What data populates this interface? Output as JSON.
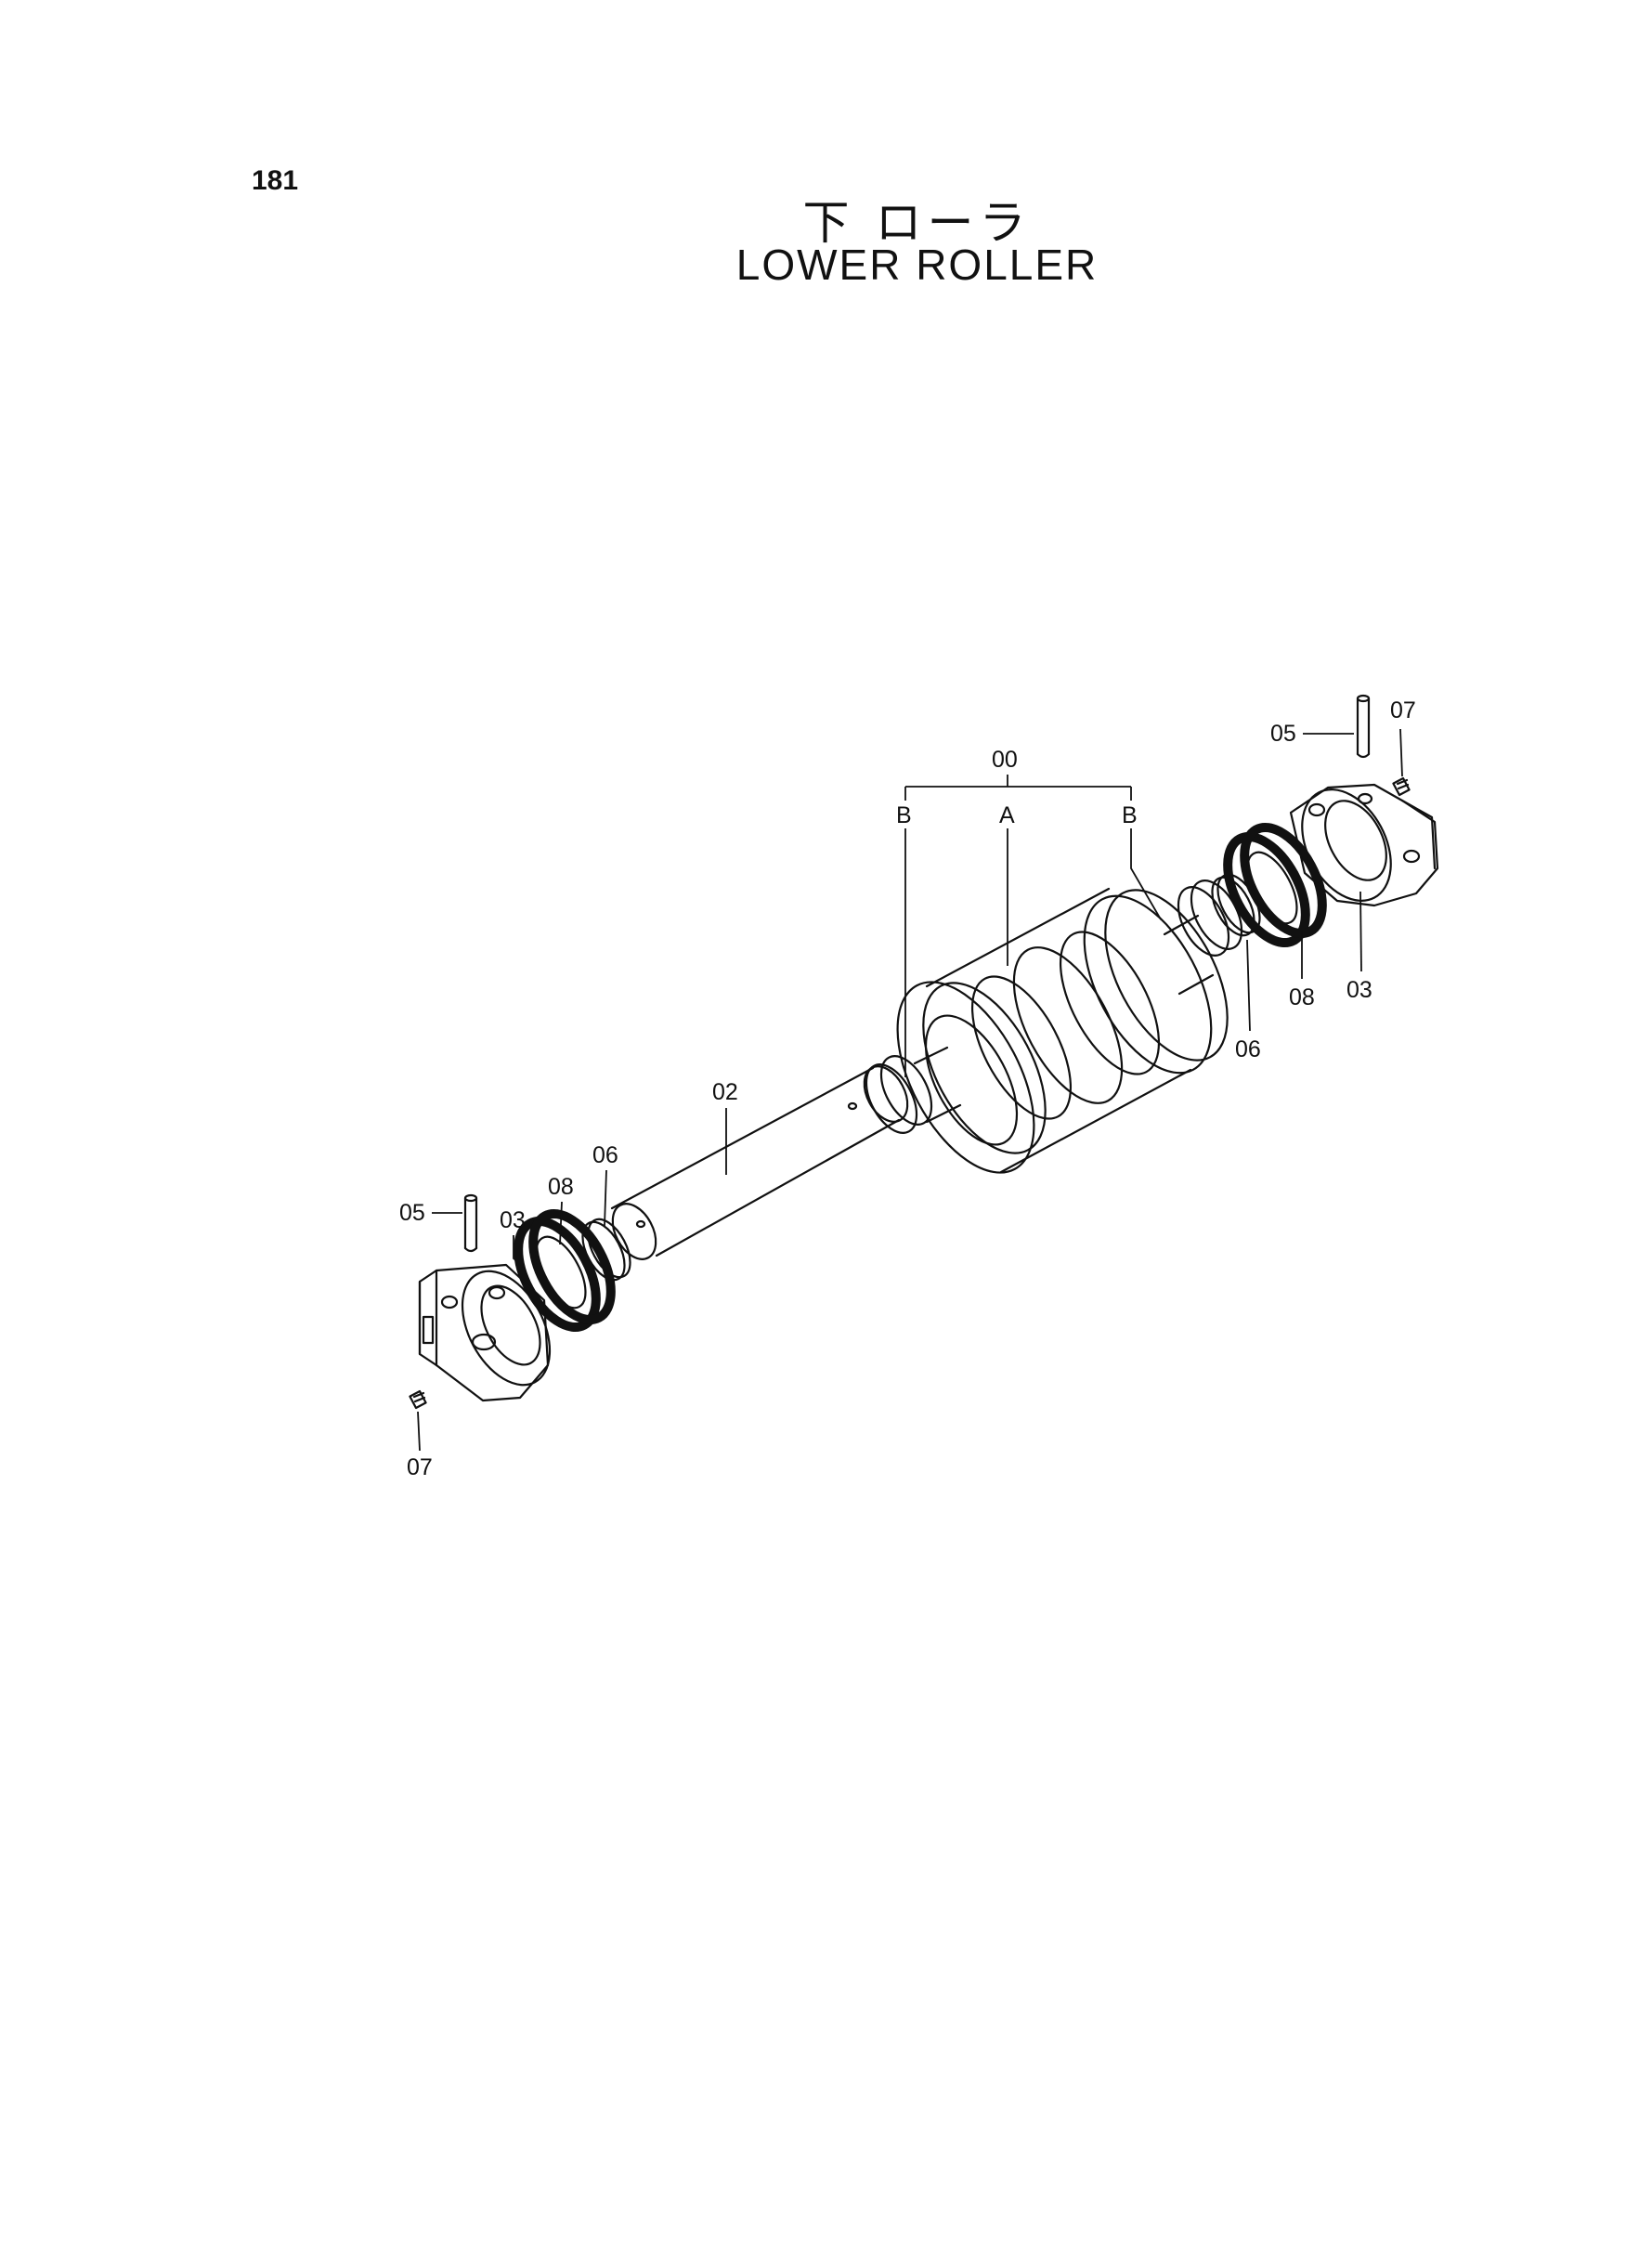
{
  "page": {
    "number": "181"
  },
  "title": {
    "japanese": "下 ローラ",
    "english": "LOWER  ROLLER"
  },
  "callouts": {
    "assembly": "00",
    "roller": "A",
    "collar_left": "B",
    "collar_right": "B",
    "shaft": "02",
    "bracket_left": "03",
    "bracket_right": "03",
    "pin_left": "05",
    "pin_right": "05",
    "o_ring_left": "06",
    "o_ring_right": "06",
    "plug_left": "07",
    "plug_right": "07",
    "seal_left": "08",
    "seal_right": "08"
  }
}
